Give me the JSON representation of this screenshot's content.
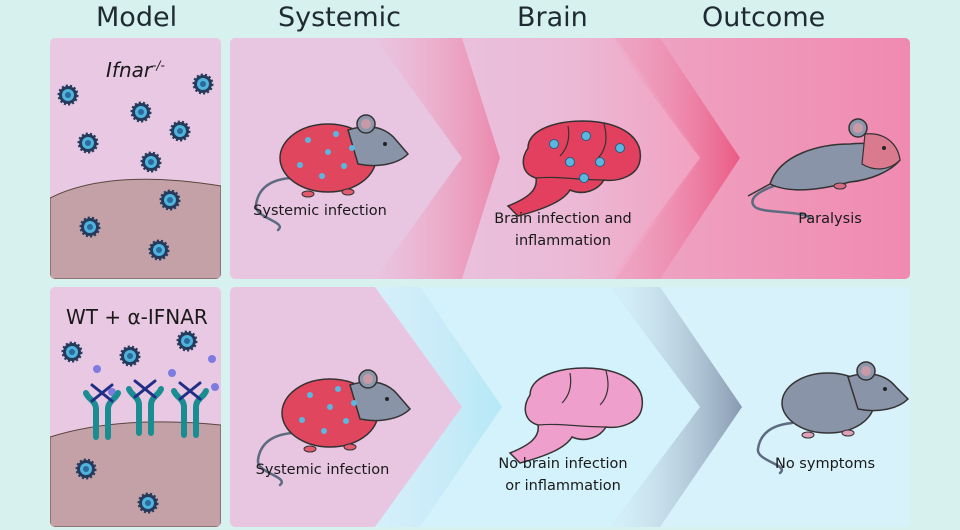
{
  "headers": {
    "model": "Model",
    "systemic": "Systemic",
    "brain": "Brain",
    "outcome": "Outcome"
  },
  "rows": [
    {
      "model_label": "Ifnar-/-",
      "model_label_base": "Ifnar",
      "model_label_sup": "-/-",
      "systemic_label": "Systemic infection",
      "brain_label_1": "Brain infection and",
      "brain_label_2": "inflammation",
      "outcome_label": "Paralysis"
    },
    {
      "model_label": "WT + α-IFNAR",
      "systemic_label": "Systemic infection",
      "brain_label_1": "No brain infection",
      "brain_label_2": "or inflammation",
      "outcome_label": "No symptoms"
    }
  ],
  "colors": {
    "background": "#d6f1ee",
    "model_panel": "#e8c8e2",
    "tissue": "#c4a1a7",
    "row1_systemic": "#e8c6e2",
    "row1_brain": "#eeabc8",
    "row1_outcome": "#ec8aa8",
    "row2_systemic": "#e8c6e2",
    "row2_brain": "#d0f2fb",
    "row2_outcome": "#d7f2fb",
    "virus": "#3aa6cf",
    "receptor": "#1a8d93"
  }
}
